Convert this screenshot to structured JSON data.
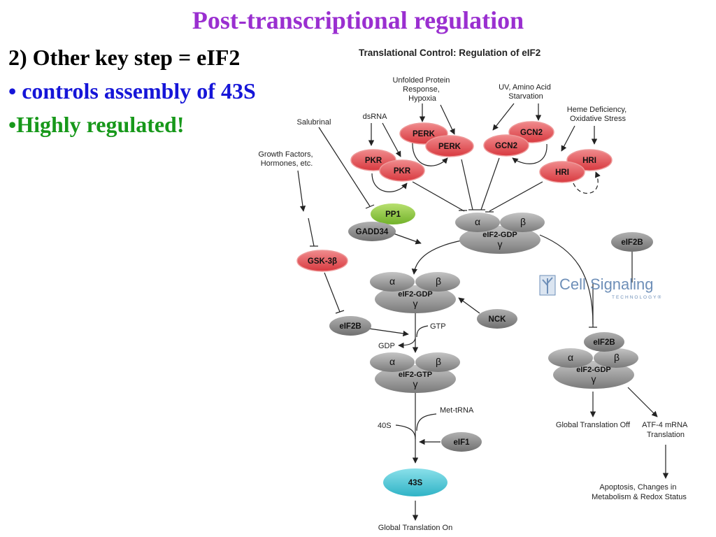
{
  "slide": {
    "title": "Post-transcriptional regulation",
    "bullets": [
      {
        "text": "2) Other key step = eIF2",
        "color": "#000000"
      },
      {
        "text": "• controls assembly of 43S",
        "color": "#1515d8"
      },
      {
        "text": "•Highly regulated!",
        "color": "#17981a"
      }
    ]
  },
  "diagram": {
    "subtitle": "Translational Control: Regulation of eIF2",
    "stimuli": {
      "unfolded_protein": [
        "Unfolded Protein",
        "Response,",
        "Hypoxia"
      ],
      "uv_amino_acid": [
        "UV, Amino Acid",
        "Starvation"
      ],
      "heme": [
        "Heme Deficiency,",
        "Oxidative Stress"
      ],
      "dsrna": [
        "dsRNA"
      ],
      "salubrinal": [
        "Salubrinal"
      ],
      "growth_factors": [
        "Growth Factors,",
        "Hormones, etc."
      ]
    },
    "kinases": {
      "perk_1": "PERK",
      "perk_2": "PERK",
      "gcn2_1": "GCN2",
      "gcn2_2": "GCN2",
      "pkr_1": "PKR",
      "pkr_2": "PKR",
      "hri_1": "HRI",
      "hri_2": "HRI",
      "gsk3b": "GSK-3β"
    },
    "factors": {
      "pp1": "PP1",
      "gadd34": "GADD34",
      "eif2b_right": "eIF2B",
      "eif2b_left": "eIF2B",
      "eif2b_bound": "eIF2B",
      "nck": "NCK",
      "eif1": "eIF1",
      "ribosome_43s": "43S"
    },
    "complexes": {
      "top": {
        "alpha": "α",
        "beta": "β",
        "gamma": "γ",
        "name": "eIF2-GDP"
      },
      "mid": {
        "alpha": "α",
        "beta": "β",
        "gamma": "γ",
        "name": "eIF2-GDP"
      },
      "gtp": {
        "alpha": "α",
        "beta": "β",
        "gamma": "γ",
        "name": "eIF2-GTP"
      },
      "right": {
        "alpha": "α",
        "beta": "β",
        "gamma": "γ",
        "name": "eIF2-GDP"
      }
    },
    "labels": {
      "gtp": "GTP",
      "gdp": "GDP",
      "met_trna": "Met-tRNA",
      "ribosome_40s": "40S",
      "translation_on": "Global Translation On",
      "translation_off": "Global Translation Off",
      "atf4": [
        "ATF-4 mRNA",
        "Translation"
      ],
      "apoptosis": [
        "Apoptosis, Changes in",
        "Metabolism & Redox Status"
      ]
    },
    "logo": {
      "name": "Cell Signaling",
      "tagline": "TECHNOLOGY®"
    },
    "colors": {
      "kinase_fill": "#e2555a",
      "kinase_stroke": "#d9888a",
      "pp1_fill": "#8cc63f",
      "factor_fill": "#8e8e8e",
      "ribosome_fill": "#4fc3d4",
      "complex_fill": "#a8a8a8",
      "logo": "#6e8fb8"
    }
  }
}
